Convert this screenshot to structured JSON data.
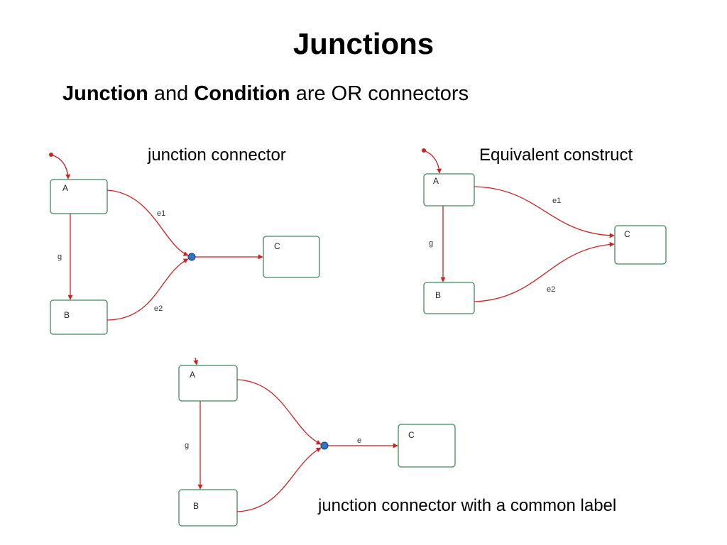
{
  "slide": {
    "title": "Junctions",
    "subtitle": {
      "bold1": "Junction",
      "text1": " and ",
      "bold2": "Condition",
      "text2": " are OR connectors"
    },
    "captions": {
      "top_left": "junction connector",
      "top_right": "Equivalent construct",
      "bottom": "junction connector with a common label"
    }
  },
  "diagram_left": {
    "states": {
      "a": "A",
      "b": "B",
      "c": "C"
    },
    "transitions": {
      "g": "g",
      "e1": "e1",
      "e2": "e2"
    }
  },
  "diagram_right": {
    "states": {
      "a": "A",
      "b": "B",
      "c": "C"
    },
    "transitions": {
      "g": "g",
      "e1": "e1",
      "e2": "e2"
    }
  },
  "diagram_bottom": {
    "states": {
      "a": "A",
      "b": "B",
      "c": "C"
    },
    "transitions": {
      "g": "g",
      "e": "e"
    }
  },
  "colors": {
    "transition": "#cc2222",
    "state_border": "#3f8a5a",
    "junction": "#2e74c9"
  }
}
